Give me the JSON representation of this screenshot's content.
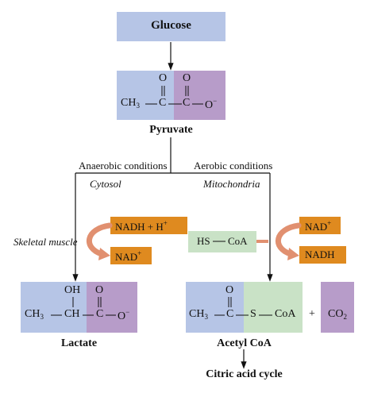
{
  "glucose": "Glucose",
  "pyruvate": {
    "label": "Pyruvate",
    "o1": "O",
    "o2": "O",
    "ch3": "CH",
    "ch3_sub": "3",
    "c1": "C",
    "c2": "C",
    "o_minus": "O",
    "minus": "−"
  },
  "branches": {
    "anaerobic": "Anaerobic conditions",
    "aerobic": "Aerobic conditions",
    "cytosol": "Cytosol",
    "mitochondria": "Mitochondria",
    "skeletal_muscle": "Skeletal muscle"
  },
  "left_cofactors": {
    "nadh_h": "NADH + H",
    "plus_sup": "+",
    "nad_out": "NAD",
    "nad_sup": "+"
  },
  "right_cofactors": {
    "hs_coa": "HS",
    "coa": "CoA",
    "nad_in": "NAD",
    "nad_sup": "+",
    "nadh_out": "NADH"
  },
  "lactate": {
    "label": "Lactate",
    "oh": "OH",
    "o": "O",
    "ch3": "CH",
    "ch3_sub": "3",
    "ch": "CH",
    "c": "C",
    "o_minus": "O",
    "minus": "−"
  },
  "acetyl": {
    "label": "Acetyl CoA",
    "o": "O",
    "ch3": "CH",
    "ch3_sub": "3",
    "c": "C",
    "s": "S",
    "coa": "CoA",
    "plus": "+",
    "co2": "CO",
    "co2_sub": "2"
  },
  "citric": "Citric acid cycle",
  "colors": {
    "blue": "#b6c5e6",
    "purple": "#b79cc9",
    "green": "#c9e2c6",
    "orange": "#df8a1f",
    "arrow_curve": "#e19070"
  }
}
